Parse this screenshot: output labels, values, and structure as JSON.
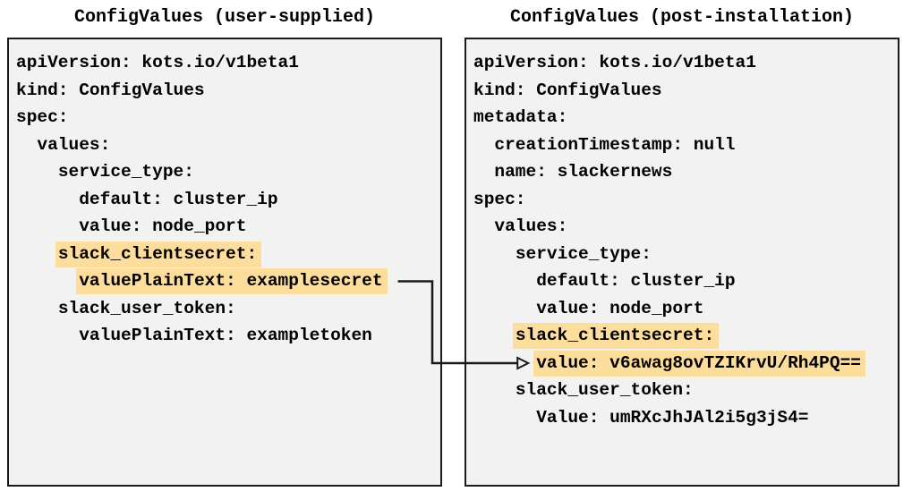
{
  "colors": {
    "highlight": "#fcdd9b",
    "panel_background": "#f2f2f2",
    "panel_border": "#1a1a1a"
  },
  "left_panel": {
    "title": "ConfigValues (user-supplied)",
    "lines": [
      {
        "indent": 0,
        "text": "apiVersion: kots.io/v1beta1",
        "highlight": false
      },
      {
        "indent": 0,
        "text": "kind: ConfigValues",
        "highlight": false
      },
      {
        "indent": 0,
        "text": "spec:",
        "highlight": false
      },
      {
        "indent": 2,
        "text": "values:",
        "highlight": false
      },
      {
        "indent": 4,
        "text": "service_type:",
        "highlight": false
      },
      {
        "indent": 6,
        "text": "default: cluster_ip",
        "highlight": false
      },
      {
        "indent": 6,
        "text": "value: node_port",
        "highlight": false
      },
      {
        "indent": 4,
        "text": "slack_clientsecret:",
        "highlight": true
      },
      {
        "indent": 6,
        "text": "valuePlainText: examplesecret",
        "highlight": true
      },
      {
        "indent": 4,
        "text": "slack_user_token:",
        "highlight": false
      },
      {
        "indent": 6,
        "text": "valuePlainText: exampletoken",
        "highlight": false
      }
    ]
  },
  "right_panel": {
    "title": "ConfigValues (post-installation)",
    "lines": [
      {
        "indent": 0,
        "text": "apiVersion: kots.io/v1beta1",
        "highlight": false
      },
      {
        "indent": 0,
        "text": "kind: ConfigValues",
        "highlight": false
      },
      {
        "indent": 0,
        "text": "metadata:",
        "highlight": false
      },
      {
        "indent": 2,
        "text": "creationTimestamp: null",
        "highlight": false
      },
      {
        "indent": 2,
        "text": "name: slackernews",
        "highlight": false
      },
      {
        "indent": 0,
        "text": "spec:",
        "highlight": false
      },
      {
        "indent": 2,
        "text": "values:",
        "highlight": false
      },
      {
        "indent": 4,
        "text": "service_type:",
        "highlight": false
      },
      {
        "indent": 6,
        "text": "default: cluster_ip",
        "highlight": false
      },
      {
        "indent": 6,
        "text": "value: node_port",
        "highlight": false
      },
      {
        "indent": 4,
        "text": "slack_clientsecret:",
        "highlight": true
      },
      {
        "indent": 6,
        "text": "value: v6awag8ovTZIKrvU/Rh4PQ==",
        "highlight": true
      },
      {
        "indent": 4,
        "text": "slack_user_token:",
        "highlight": false
      },
      {
        "indent": 6,
        "text": "Value: umRXcJhJAl2i5g3jS4=",
        "highlight": false
      }
    ]
  },
  "arrow": {
    "from": "valuePlainText: examplesecret",
    "to": "value: v6awag8ovTZIKrvU/Rh4PQ=="
  }
}
